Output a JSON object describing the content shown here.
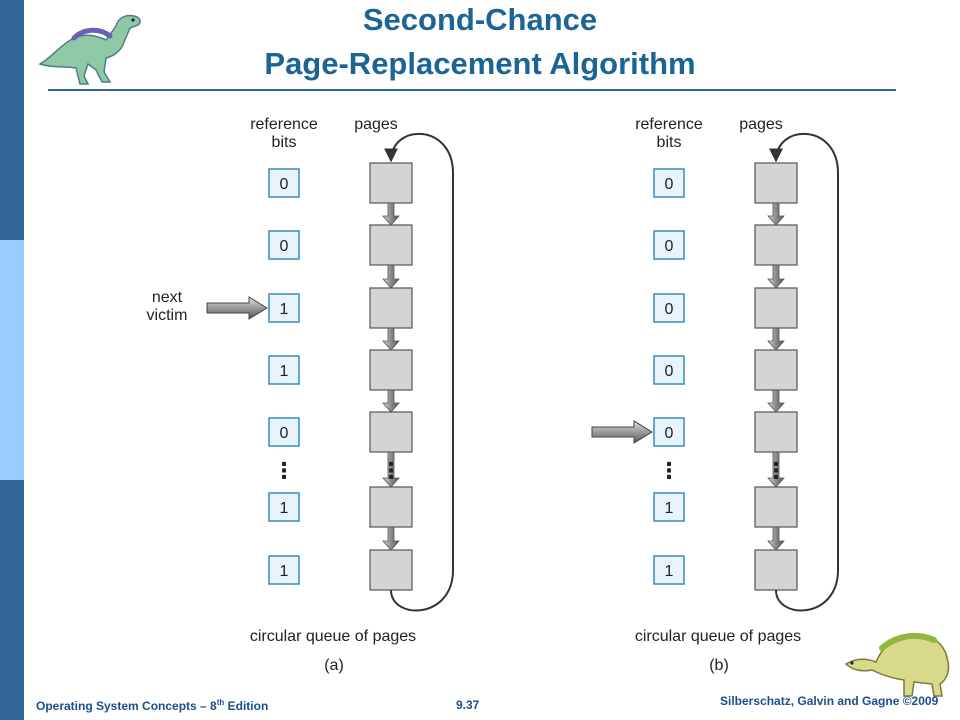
{
  "title": {
    "line1": "Second-Chance",
    "line2": "Page-Replacement Algorithm"
  },
  "panels": [
    {
      "id": "a",
      "label": "(a)",
      "col_ref": "reference",
      "col_bits": "bits",
      "col_pages": "pages",
      "bits": [
        "0",
        "0",
        "1",
        "1",
        "0",
        "1",
        "1"
      ],
      "pointer_row": 2,
      "pointer_text": [
        "next",
        "victim"
      ],
      "caption": "circular queue of pages"
    },
    {
      "id": "b",
      "label": "(b)",
      "col_ref": "reference",
      "col_bits": "bits",
      "col_pages": "pages",
      "bits": [
        "0",
        "0",
        "0",
        "0",
        "0",
        "1",
        "1"
      ],
      "pointer_row": 4,
      "pointer_text": [],
      "caption": "circular queue of pages"
    }
  ],
  "ellipsis": "⋮",
  "footer": {
    "left_text": "Operating System Concepts – 8",
    "left_sup": "th",
    "left_tail": " Edition",
    "center": "9.37",
    "right": "Silberschatz, Galvin and Gagne ©2009"
  },
  "colors": {
    "title": "#1a6496",
    "accent": "#336699",
    "bit_box_fill": "#e8f4fb",
    "bit_box_border": "#3a8ac0",
    "page_fill": "#d4d4d4",
    "page_border": "#555555"
  },
  "icons": [
    "dinosaur-logo-icon",
    "dinosaur-corner-icon"
  ]
}
